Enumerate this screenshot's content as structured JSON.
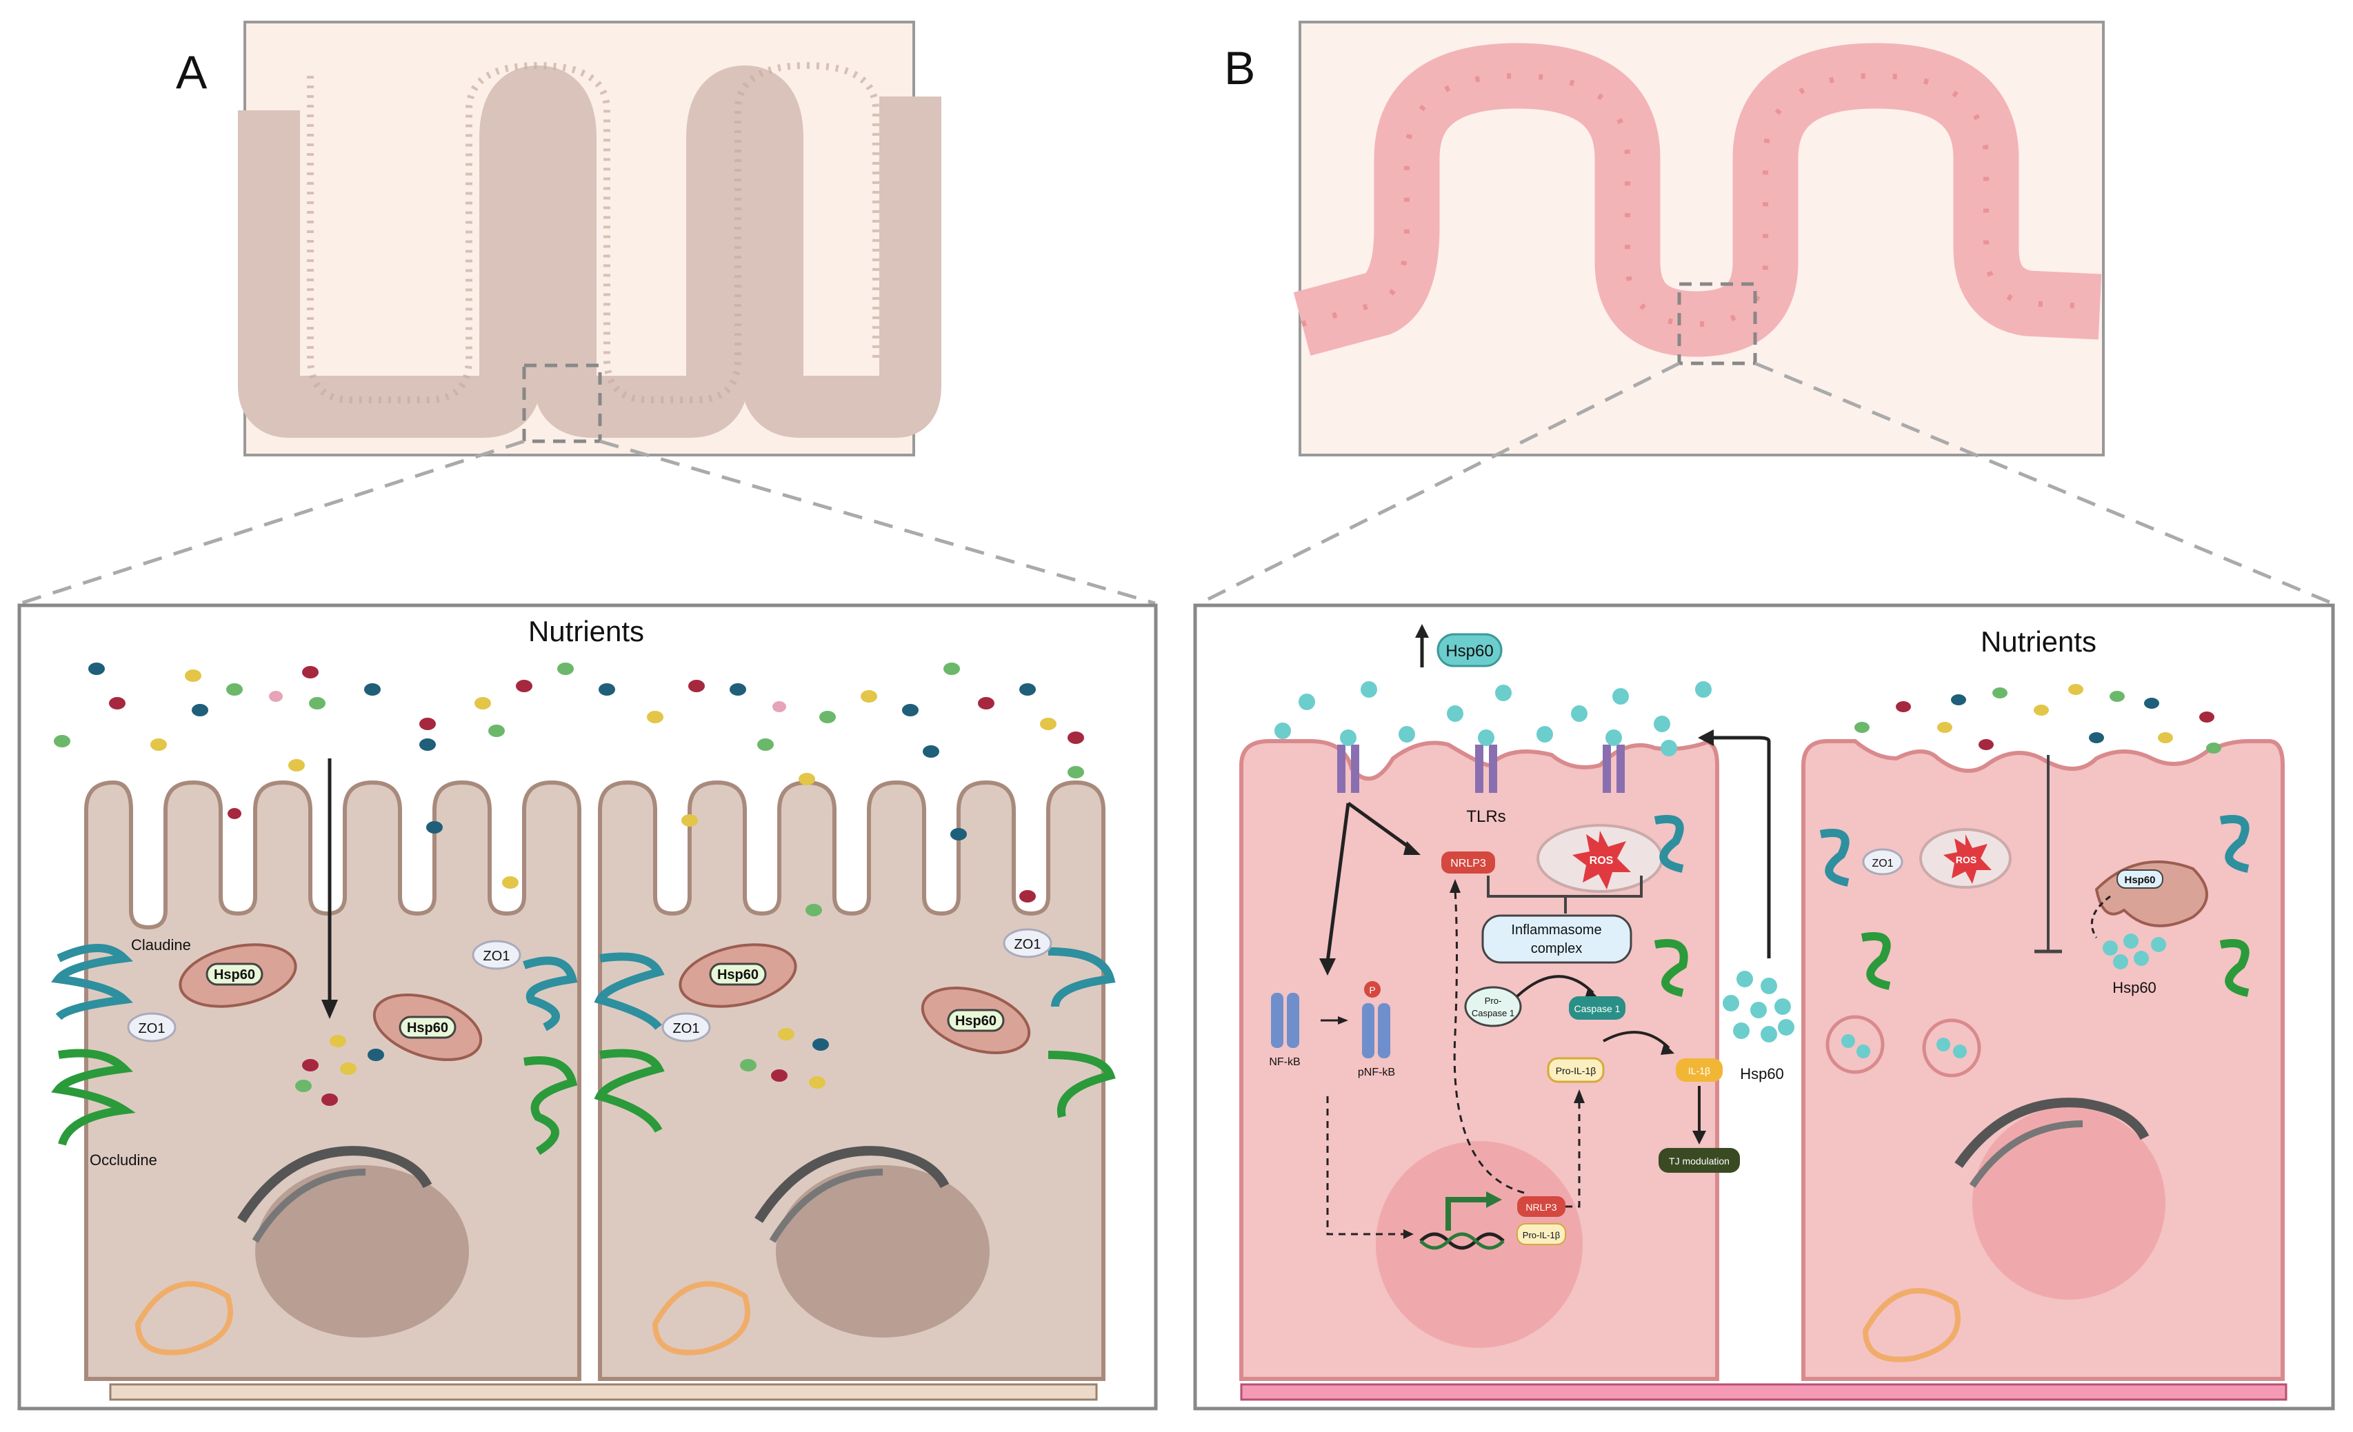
{
  "panel_a": {
    "letter": "A",
    "nutrients": "Nutrients",
    "claudine": "Claudine",
    "occludine": "Occludine",
    "zo1": "ZO1",
    "hsp60": "Hsp60"
  },
  "panel_b": {
    "letter": "B",
    "nutrients": "Nutrients",
    "hsp60_up": "Hsp60",
    "tlrs": "TLRs",
    "nrlp3": "NRLP3",
    "ros": "ROS",
    "inflammasome": "Inflammasome complex",
    "pro_caspase": "Pro-Caspase 1",
    "caspase": "Caspase 1",
    "pro_il1b": "Pro-IL-1β",
    "il1b": "IL-1β",
    "tj_modulation": "TJ modulation",
    "nfkb": "NF-kB",
    "pnfkb": "pNF-kB",
    "p": "P",
    "hsp60_mid": "Hsp60",
    "hsp60_right": "Hsp60",
    "zo1": "ZO1"
  },
  "colors": {
    "panel_a_cell": "#dccac1",
    "panel_a_border": "#a88a7c",
    "panel_b_cell": "#f4c3c4",
    "panel_b_border": "#d98a8d",
    "claudin": "#2e8f9e",
    "occludin": "#2b9a3a",
    "hsp60_particle": "#6ccdcd"
  }
}
